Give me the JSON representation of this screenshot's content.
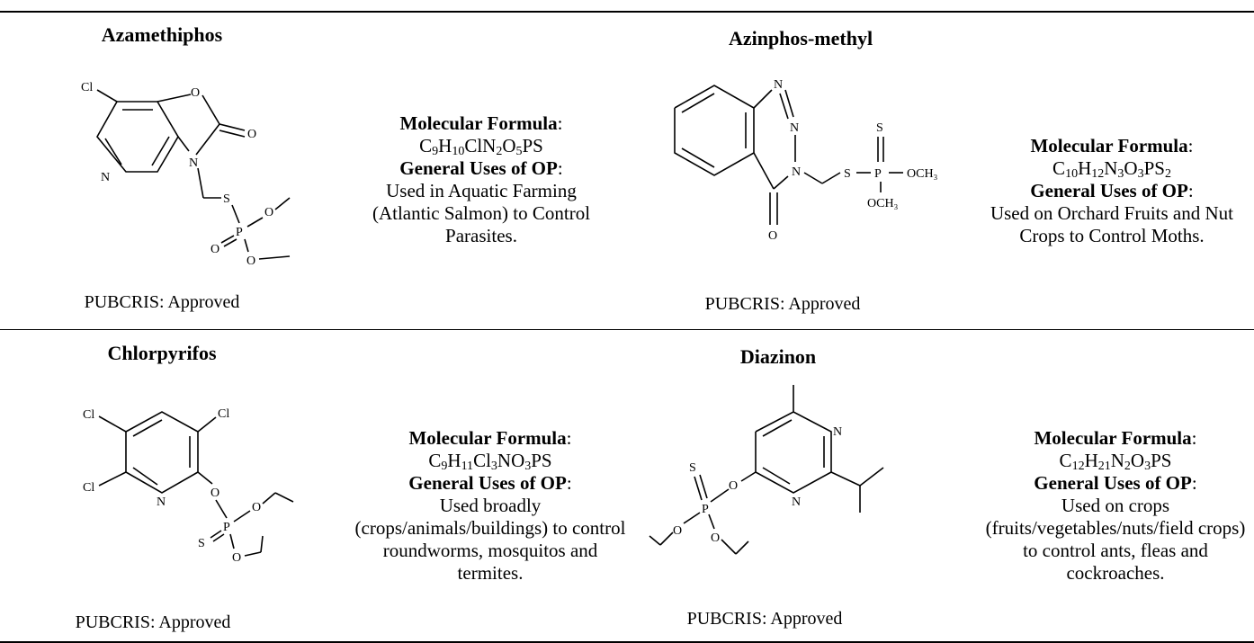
{
  "compounds": [
    {
      "name": "Azamethiphos",
      "formula_label": "Molecular Formula",
      "formula": [
        {
          "t": "C"
        },
        {
          "s": "9"
        },
        {
          "t": "H"
        },
        {
          "s": "10"
        },
        {
          "t": "ClN"
        },
        {
          "s": "2"
        },
        {
          "t": "O"
        },
        {
          "s": "5"
        },
        {
          "t": "PS"
        }
      ],
      "uses_label": "General Uses of OP",
      "uses": "Used in Aquatic Farming (Atlantic Salmon) to Control Parasites.",
      "status": "PUBCRIS: Approved",
      "atoms": {
        "cl": "Cl",
        "o": "O",
        "o2": "O",
        "n": "N",
        "n2": "N",
        "s": "S",
        "p": "P",
        "o3": "O",
        "o4": "O",
        "o5": "O"
      }
    },
    {
      "name": "Azinphos-methyl",
      "formula_label": "Molecular Formula",
      "formula": [
        {
          "t": "C"
        },
        {
          "s": "10"
        },
        {
          "t": "H"
        },
        {
          "s": "12"
        },
        {
          "t": "N"
        },
        {
          "s": "3"
        },
        {
          "t": "O"
        },
        {
          "s": "3"
        },
        {
          "t": "PS"
        },
        {
          "s": "2"
        }
      ],
      "uses_label": "General Uses of OP",
      "uses": "Used on Orchard Fruits and Nut Crops to Control Moths.",
      "status": "PUBCRIS: Approved",
      "atoms": {
        "n1": "N",
        "n2": "N",
        "n3": "N",
        "o": "O",
        "s": "S",
        "p": "P",
        "s2": "S",
        "och3a": "OCH₃",
        "och3b": "OCH₃"
      }
    },
    {
      "name": "Chlorpyrifos",
      "formula_label": "Molecular Formula",
      "formula": [
        {
          "t": "C"
        },
        {
          "s": "9"
        },
        {
          "t": "H"
        },
        {
          "s": "11"
        },
        {
          "t": "Cl"
        },
        {
          "s": "3"
        },
        {
          "t": "NO"
        },
        {
          "s": "3"
        },
        {
          "t": "PS"
        }
      ],
      "uses_label": "General Uses of OP",
      "uses": "Used broadly (crops/animals/buildings) to control roundworms, mosquitos and termites.",
      "status": "PUBCRIS: Approved",
      "atoms": {
        "cl1": "Cl",
        "cl2": "Cl",
        "cl3": "Cl",
        "n": "N",
        "o": "O",
        "p": "P",
        "s": "S",
        "o2": "O",
        "o3": "O"
      }
    },
    {
      "name": "Diazinon",
      "formula_label": "Molecular Formula",
      "formula": [
        {
          "t": "C"
        },
        {
          "s": "12"
        },
        {
          "t": "H"
        },
        {
          "s": "21"
        },
        {
          "t": "N"
        },
        {
          "s": "2"
        },
        {
          "t": "O"
        },
        {
          "s": "3"
        },
        {
          "t": "PS"
        }
      ],
      "uses_label": "General Uses of OP",
      "uses": "Used on crops (fruits/vegetables/nuts/field crops) to control ants, fleas and cockroaches.",
      "status": "PUBCRIS: Approved",
      "atoms": {
        "n1": "N",
        "n2": "N",
        "o": "O",
        "p": "P",
        "s": "S",
        "o2": "O",
        "o3": "O"
      }
    }
  ]
}
